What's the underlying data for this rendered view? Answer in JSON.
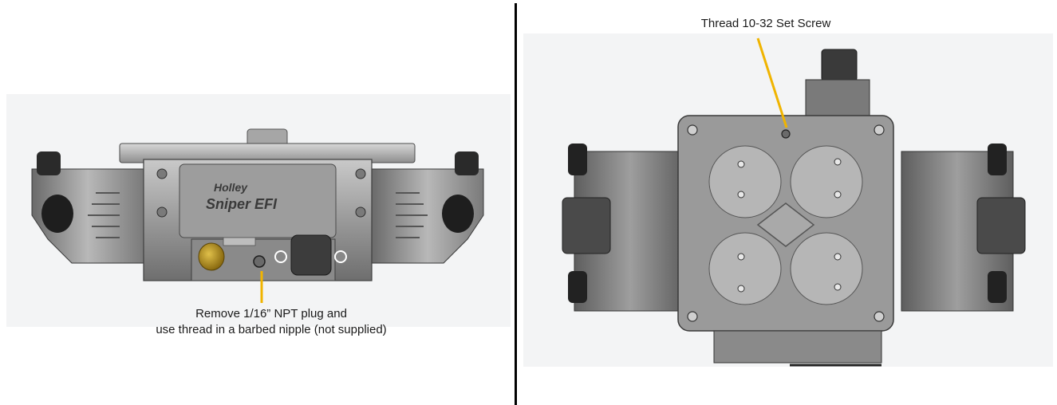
{
  "left_view": {
    "brand_text": "Holley",
    "product_text": "Sniper EFI",
    "callout_line1": "Remove 1/16” NPT plug and",
    "callout_line2": "use thread in a barbed nipple (not supplied)"
  },
  "right_view": {
    "callout": "Thread 10-32 Set Screw"
  },
  "colors": {
    "callout_arrow": "#f0b400",
    "divider": "#000000",
    "metal_light": "#b4b4b4",
    "metal_dark": "#5a5a5a",
    "brass_plug": "#b08a1a"
  }
}
